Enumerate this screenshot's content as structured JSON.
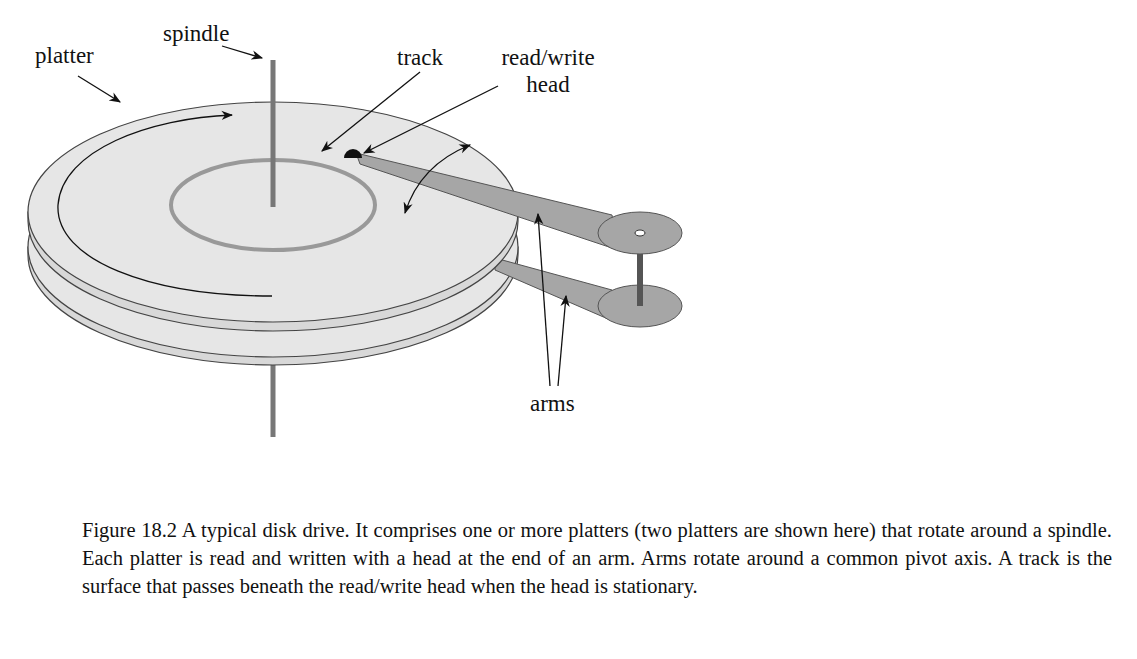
{
  "diagram": {
    "caption": "Figure 18.2 A typical disk drive. It comprises one or more platters (two platters are shown here) that rotate around a spindle. Each platter is read and written with a head at the end of an arm. Arms rotate around a common pivot axis. A track is the surface that passes beneath the read/write head when the head is stationary.",
    "labels": [
      "platter",
      "spindle",
      "track",
      "read/write head",
      "arms"
    ]
  }
}
